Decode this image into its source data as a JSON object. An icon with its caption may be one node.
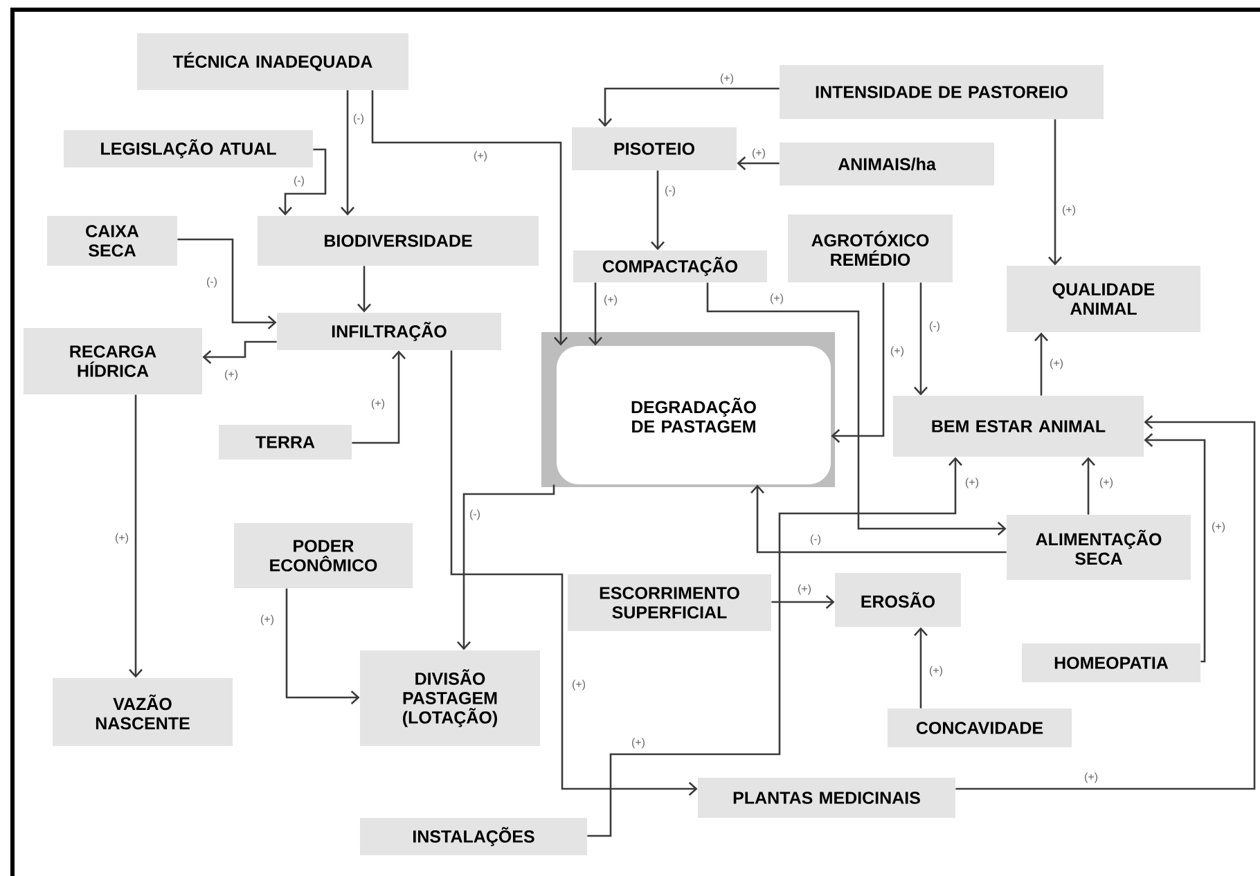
{
  "diagram": {
    "nodes": [
      {
        "text": [
          "TÉCNICA INADEQUADA"
        ]
      },
      {
        "text": [
          "INTENSIDADE DE PASTOREIO"
        ]
      },
      {
        "text": [
          "LEGISLAÇÃO ATUAL"
        ]
      },
      {
        "text": [
          "PISOTEIO"
        ]
      },
      {
        "text": [
          "ANIMAIS/ha"
        ]
      },
      {
        "text": [
          "CAIXA SECA"
        ]
      },
      {
        "text": [
          "BIODIVERSIDADE"
        ]
      },
      {
        "text": [
          "COMPACTAÇÃO"
        ]
      },
      {
        "text": [
          "AGROTÓXICO REMÉDIO"
        ]
      },
      {
        "text": [
          "QUALIDADE ANIMAL"
        ]
      },
      {
        "text": [
          "RECARGA HÍDRICA"
        ]
      },
      {
        "text": [
          "INFILTRAÇÃO"
        ]
      },
      {
        "text": [
          "DEGRADAÇÃO DE PASTAGEM"
        ]
      },
      {
        "text": [
          "BEM ESTAR ANIMAL"
        ]
      },
      {
        "text": [
          "TERRA"
        ]
      },
      {
        "text": [
          "PODER ECONÔMICO"
        ]
      },
      {
        "text": [
          "ALIMENTAÇÃO SECA"
        ]
      },
      {
        "text": [
          "ESCORRIMENTO SUPERFICIAL"
        ]
      },
      {
        "text": [
          "EROSÃO"
        ]
      },
      {
        "text": [
          "VAZÃO NASCENTE"
        ]
      },
      {
        "text": [
          "DIVISÃO PASTAGEM (LOTAÇÃO)"
        ]
      },
      {
        "text": [
          "HOMEOPATIA"
        ]
      },
      {
        "text": [
          "CONCAVIDADE"
        ]
      },
      {
        "text": [
          "PLANTAS MEDICINAIS"
        ]
      },
      {
        "text": [
          "INSTALAÇÕES"
        ]
      }
    ],
    "edges": [
      {
        "from": 0,
        "to": 6,
        "arrow": "to",
        "label": "(-)"
      },
      {
        "from": 0,
        "to": 12,
        "arrow": "to",
        "label": "(+)"
      },
      {
        "from": 2,
        "to": 6,
        "arrow": "to",
        "label": "(-)"
      },
      {
        "from": 1,
        "to": 3,
        "arrow": "to",
        "label": "(+)"
      },
      {
        "from": 4,
        "to": 3,
        "arrow": "to",
        "label": "(+)"
      },
      {
        "from": 3,
        "to": 7,
        "arrow": "to",
        "label": "(-)"
      },
      {
        "from": 5,
        "to": 11,
        "arrow": "to",
        "label": "(-)"
      },
      {
        "from": 6,
        "to": 11,
        "arrow": "to"
      },
      {
        "from": 11,
        "to": 10,
        "arrow": "to",
        "label": "(+)"
      },
      {
        "from": 14,
        "to": 11,
        "arrow": "to",
        "label": "(+)"
      },
      {
        "from": 7,
        "to": 12,
        "arrow": "to",
        "label": "(+)"
      },
      {
        "from": 7,
        "to": 16,
        "arrow": "to",
        "label": "(+)"
      },
      {
        "from": 8,
        "to": 12,
        "arrow": "to",
        "label": "(+)"
      },
      {
        "from": 8,
        "to": 13,
        "arrow": "to",
        "label": "(-)"
      },
      {
        "from": 1,
        "to": 9,
        "arrow": "to",
        "label": "(+)"
      },
      {
        "from": 13,
        "to": 9,
        "arrow": "to",
        "label": "(+)"
      },
      {
        "from": 16,
        "to": 13,
        "arrow": "to",
        "label": "(+)"
      },
      {
        "from": 16,
        "to": 12,
        "arrow": "to",
        "label": "(-)"
      },
      {
        "from": 12,
        "to": 20,
        "arrow": "to",
        "label": "(-)"
      },
      {
        "from": 11,
        "to": 23,
        "arrow": "to",
        "label": "(+)"
      },
      {
        "from": 24,
        "to": 13,
        "arrow": "to",
        "label": "(+)"
      },
      {
        "from": 17,
        "to": 18,
        "arrow": "to",
        "label": "(+)"
      },
      {
        "from": 22,
        "to": 18,
        "arrow": "to",
        "label": "(+)"
      },
      {
        "from": 21,
        "to": 13,
        "arrow": "to",
        "label": "(+)"
      },
      {
        "from": 23,
        "to": 13,
        "arrow": "to",
        "label": "(+)"
      },
      {
        "from": 15,
        "to": 20,
        "arrow": "to",
        "label": "(+)"
      },
      {
        "from": 10,
        "to": 19,
        "arrow": "to",
        "label": "(+)"
      }
    ],
    "labels": [
      "(+)"
    ]
  }
}
